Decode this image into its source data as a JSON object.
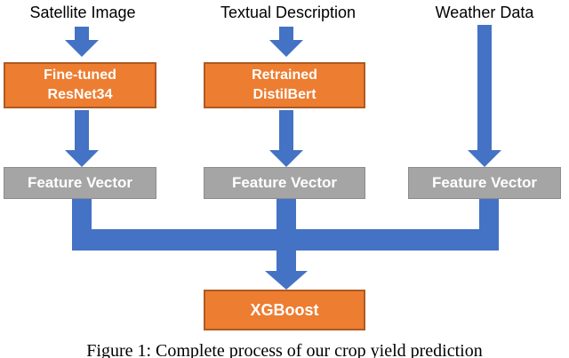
{
  "figure": {
    "inputs": [
      {
        "label": "Satellite Image"
      },
      {
        "label": "Textual Description"
      },
      {
        "label": "Weather Data"
      }
    ],
    "models": [
      {
        "line1": "Fine-tuned",
        "line2": "ResNet34"
      },
      {
        "line1": "Retrained",
        "line2": "DistilBert"
      }
    ],
    "feature_vectors": [
      "Feature Vector",
      "Feature Vector",
      "Feature Vector"
    ],
    "output_model": "XGBoost",
    "caption": "Figure 1: Complete process of our crop yield prediction"
  },
  "colors": {
    "arrow_blue": "#4472C4",
    "box_orange": "#ED7D31",
    "box_orange_border": "#AE5A21",
    "box_gray": "#A5A5A5",
    "box_gray_border": "#8C8C8C",
    "text_white": "#FFFFFF",
    "text_black": "#000000"
  }
}
